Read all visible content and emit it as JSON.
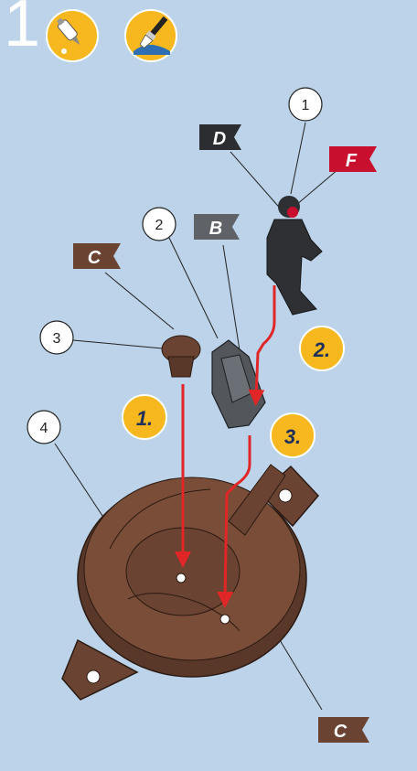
{
  "step": {
    "number": "1"
  },
  "icons": [
    {
      "name": "glue-bottle-icon"
    },
    {
      "name": "paint-brush-icon"
    }
  ],
  "parts": [
    {
      "id": "1",
      "name": "pilot-figure",
      "flags": [
        "D",
        "F"
      ]
    },
    {
      "id": "2",
      "name": "seat",
      "flags": [
        "B"
      ]
    },
    {
      "id": "3",
      "name": "seat-cushion",
      "flags": [
        "C"
      ]
    },
    {
      "id": "4",
      "name": "cockpit-floor",
      "flags": [
        "C"
      ]
    }
  ],
  "flags": {
    "D": {
      "letter": "D",
      "color": "#2b2d30"
    },
    "F": {
      "letter": "F",
      "color": "#c8102e"
    },
    "B": {
      "letter": "B",
      "color": "#5f6368"
    },
    "C_top": {
      "letter": "C",
      "color": "#6b4332"
    },
    "C_bottom": {
      "letter": "C",
      "color": "#6b4332"
    }
  },
  "steps": [
    {
      "label": "1."
    },
    {
      "label": "2."
    },
    {
      "label": "3."
    }
  ],
  "colors": {
    "background": "#bcd3e9",
    "accent_yellow": "#f6b81e",
    "arrow_red": "#e02626",
    "brown": "#6b4332",
    "dark_grey": "#2e3033"
  }
}
